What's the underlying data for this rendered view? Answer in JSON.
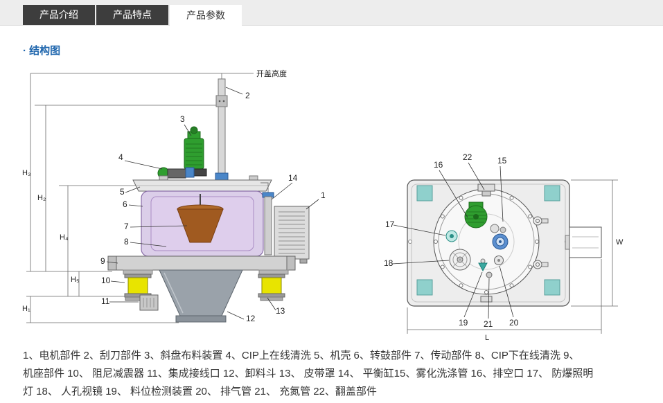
{
  "tabs": [
    {
      "label": "产品介绍",
      "active": false
    },
    {
      "label": "产品特点",
      "active": false
    },
    {
      "label": "产品参数",
      "active": true
    }
  ],
  "section": {
    "title": "· 结构图"
  },
  "diagram": {
    "open_cover_label": "开盖高度",
    "left_dims": [
      "H₁",
      "H₂",
      "H₃",
      "H₄",
      "H₅"
    ],
    "left_callouts": [
      "1",
      "2",
      "3",
      "4",
      "5",
      "6",
      "7",
      "8",
      "9",
      "10",
      "11",
      "12",
      "13",
      "14"
    ],
    "right_callouts": [
      "15",
      "16",
      "17",
      "18",
      "19",
      "20",
      "21",
      "22"
    ],
    "right_dims": [
      "W",
      "L"
    ],
    "colors": {
      "motor_green": "#2f9e2f",
      "vessel_purple": "#bea5d7",
      "damper_yellow": "#e8e400",
      "corner_teal": "#8fd0cc",
      "valve_blue": "#4a86c8"
    }
  },
  "caption": {
    "lines": [
      "1、电机部件 2、刮刀部件 3、斜盘布料装置 4、CIP上在线清洗 5、机壳 6、转鼓部件 7、传动部件 8、CIP下在线清洗 9、",
      "机座部件 10、 阻尼减震器 11、集成接线口 12、卸料斗 13、 皮带罩 14、 平衡缸15、雾化洗涤管 16、排空口 17、 防爆照明",
      "灯 18、 人孔视镜 19、 料位检测装置 20、 排气管 21、 充氮管 22、翻盖部件"
    ]
  }
}
